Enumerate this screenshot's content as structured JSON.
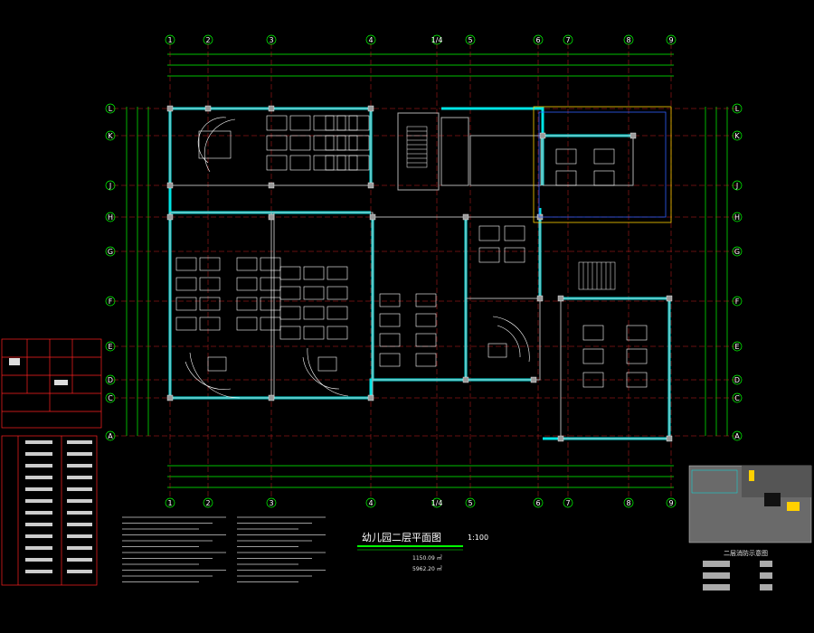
{
  "drawing": {
    "title": "幼儿园二层平面图",
    "scale": "1:100",
    "area_row1_value": "1150.09 ㎡",
    "area_row2_value": "5962.20 ㎡",
    "key_plan_title": "二层消防示意图"
  },
  "grid_axes": {
    "horizontal_labels": [
      "1",
      "2",
      "3",
      "4",
      "1/4",
      "5",
      "6",
      "7",
      "8",
      "9"
    ],
    "vertical_labels_left": [
      "L",
      "K",
      "J",
      "H",
      "G",
      "F",
      "E",
      "D",
      "C",
      "A"
    ],
    "vertical_labels_right": [
      "L",
      "K",
      "J",
      "H",
      "G",
      "F",
      "E",
      "D",
      "C",
      "A"
    ]
  },
  "colors": {
    "background": "#000000",
    "wall_cyan": "#00e5e5",
    "dimension_green": "#00ff00",
    "grid_red": "#cc2222",
    "furniture_white": "#ffffff",
    "column_gray": "#9a9a9a",
    "accent_yellow": "#ffd000",
    "legend_red": "#ff2020",
    "keyplan_fill": "#6a6a6a"
  }
}
